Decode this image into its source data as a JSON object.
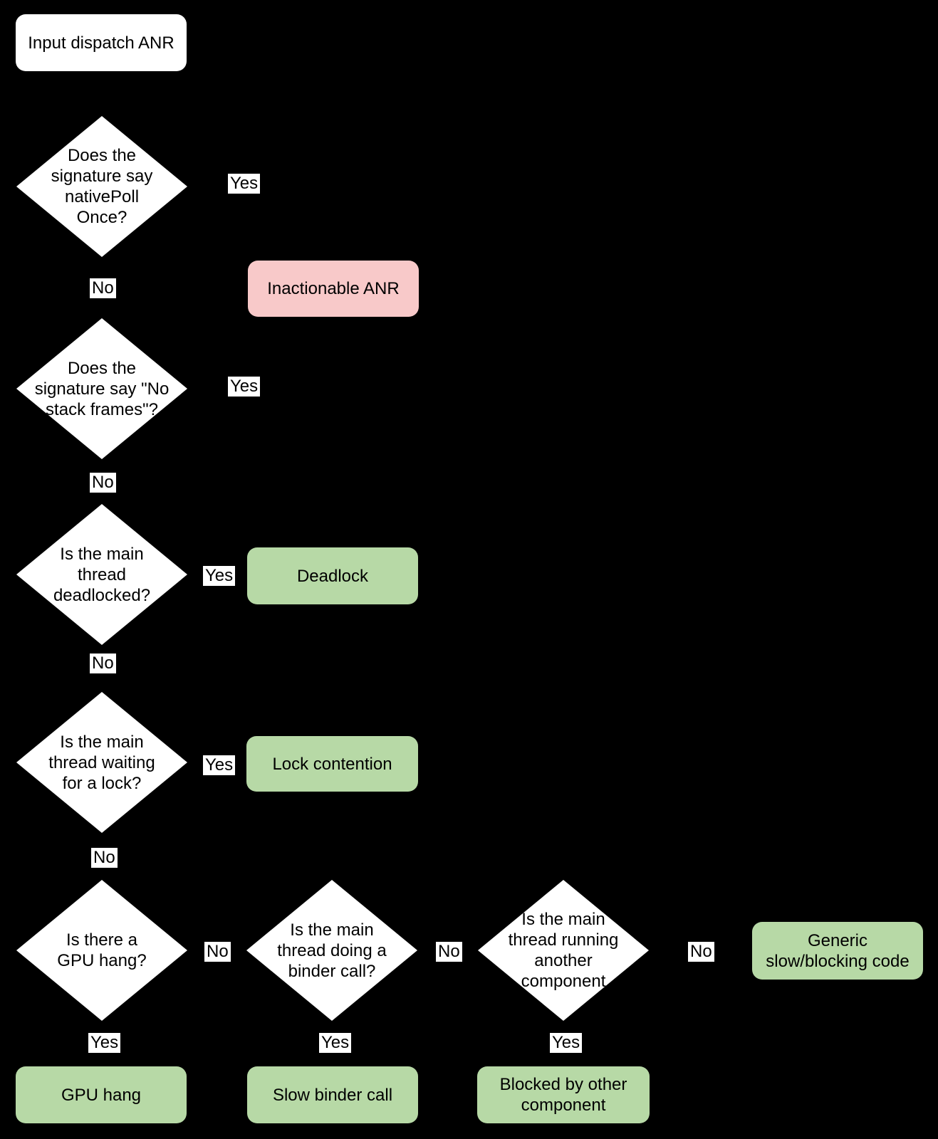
{
  "colors": {
    "background": "#000000",
    "decision_fill": "#ffffff",
    "outcome_green": "#b7d9a6",
    "inactionable_pink": "#f8c9c9",
    "text": "#000000"
  },
  "labels": {
    "yes": "Yes",
    "no": "No"
  },
  "nodes": {
    "start": {
      "text": "Input dispatch ANR"
    },
    "q_native_poll": {
      "text": "Does the\nsignature say\nnativePoll\nOnce?"
    },
    "q_no_stack_frames": {
      "text": "Does the\nsignature say \"No\nstack frames\"?"
    },
    "q_deadlocked": {
      "text": "Is the main\nthread\ndeadlocked?"
    },
    "q_waiting_lock": {
      "text": "Is the main\nthread waiting\nfor a lock?"
    },
    "q_gpu_hang": {
      "text": "Is there a\nGPU hang?"
    },
    "q_binder_call": {
      "text": "Is the main\nthread doing a\nbinder call?"
    },
    "q_other_component": {
      "text": "Is the main\nthread running\nanother\ncomponent"
    },
    "inactionable": {
      "text": "Inactionable ANR"
    },
    "deadlock": {
      "text": "Deadlock"
    },
    "lock_contention": {
      "text": "Lock contention"
    },
    "generic_slow": {
      "text": "Generic\nslow/blocking code"
    },
    "gpu_hang": {
      "text": "GPU hang"
    },
    "slow_binder": {
      "text": "Slow binder call"
    },
    "blocked_other": {
      "text": "Blocked by other\ncomponent"
    }
  }
}
